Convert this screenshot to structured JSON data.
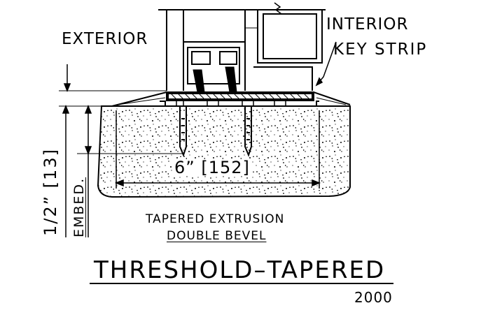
{
  "labels": {
    "exterior": "EXTERIOR",
    "interior": "INTERIOR",
    "key_strip": "KEY STRIP",
    "width_dim": "6” [152]",
    "embed_dim": "1/2” [13]",
    "embed_word": "EMBED.",
    "extrusion_line1": "TAPERED EXTRUSION",
    "extrusion_line2": "DOUBLE BEVEL",
    "title": "THRESHOLD–TAPERED",
    "drawing_code": "2000"
  },
  "colors": {
    "ink": "#000000",
    "paper": "#ffffff"
  }
}
